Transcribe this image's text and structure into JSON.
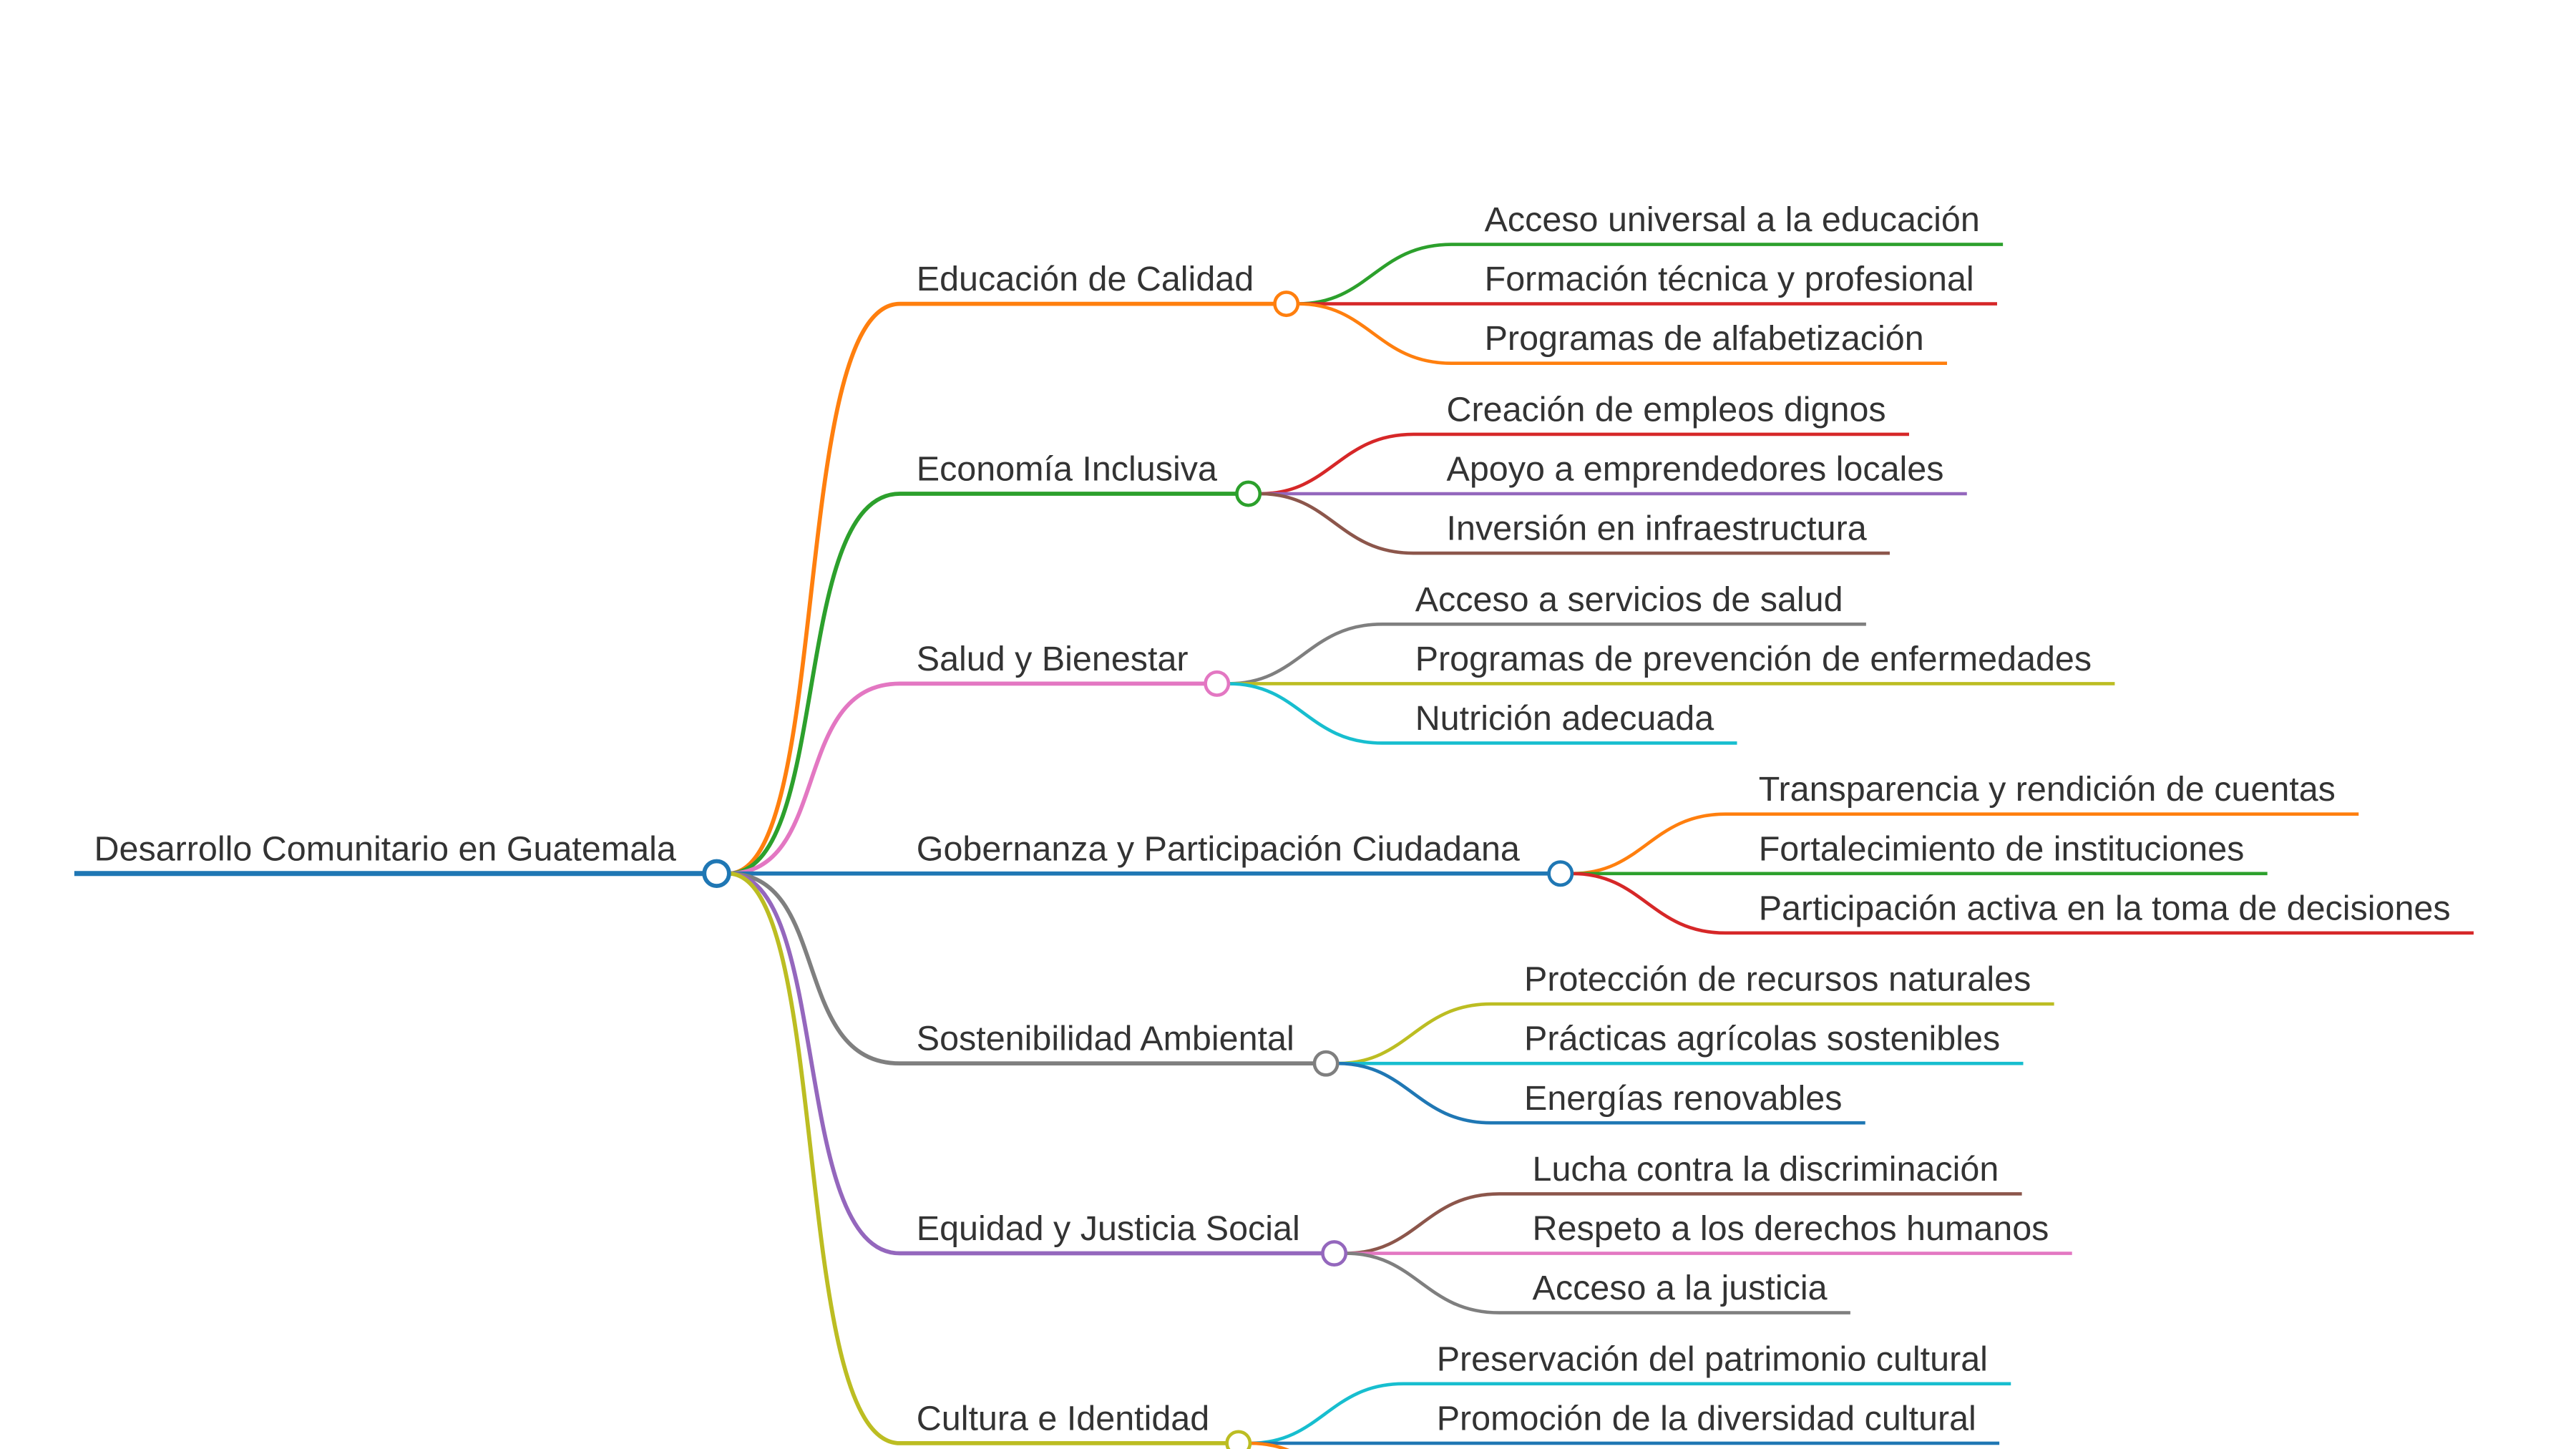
{
  "root": {
    "label": "Desarrollo Comunitario en Guatemala",
    "color": "#1f77b4"
  },
  "branches": [
    {
      "label": "Educación de Calidad",
      "color": "#ff7f0e",
      "children": [
        {
          "label": "Acceso universal a la educación",
          "color": "#2ca02c"
        },
        {
          "label": "Formación técnica y profesional",
          "color": "#d62728"
        },
        {
          "label": "Programas de alfabetización",
          "color": "#ff7f0e"
        }
      ]
    },
    {
      "label": "Economía Inclusiva",
      "color": "#2ca02c",
      "children": [
        {
          "label": "Creación de empleos dignos",
          "color": "#d62728"
        },
        {
          "label": "Apoyo a emprendedores locales",
          "color": "#9467bd"
        },
        {
          "label": "Inversión en infraestructura",
          "color": "#8c564b"
        }
      ]
    },
    {
      "label": "Salud y Bienestar",
      "color": "#e377c2",
      "children": [
        {
          "label": "Acceso a servicios de salud",
          "color": "#7f7f7f"
        },
        {
          "label": "Programas de prevención de enfermedades",
          "color": "#bcbd22"
        },
        {
          "label": "Nutrición adecuada",
          "color": "#17becf"
        }
      ]
    },
    {
      "label": "Gobernanza y Participación Ciudadana",
      "color": "#1f77b4",
      "children": [
        {
          "label": "Transparencia y rendición de cuentas",
          "color": "#ff7f0e"
        },
        {
          "label": "Fortalecimiento de instituciones",
          "color": "#2ca02c"
        },
        {
          "label": "Participación activa en la toma de decisiones",
          "color": "#d62728"
        }
      ]
    },
    {
      "label": "Sostenibilidad Ambiental",
      "color": "#7f7f7f",
      "children": [
        {
          "label": "Protección de recursos naturales",
          "color": "#bcbd22"
        },
        {
          "label": "Prácticas agrícolas sostenibles",
          "color": "#17becf"
        },
        {
          "label": "Energías renovables",
          "color": "#1f77b4"
        }
      ]
    },
    {
      "label": "Equidad y Justicia Social",
      "color": "#9467bd",
      "children": [
        {
          "label": "Lucha contra la discriminación",
          "color": "#8c564b"
        },
        {
          "label": "Respeto a los derechos humanos",
          "color": "#e377c2"
        },
        {
          "label": "Acceso a la justicia",
          "color": "#7f7f7f"
        }
      ]
    },
    {
      "label": "Cultura e Identidad",
      "color": "#bcbd22",
      "children": [
        {
          "label": "Preservación del patrimonio cultural",
          "color": "#17becf"
        },
        {
          "label": "Promoción de la diversidad cultural",
          "color": "#1f77b4"
        },
        {
          "label": "",
          "color": "#ff7f0e"
        }
      ]
    }
  ]
}
